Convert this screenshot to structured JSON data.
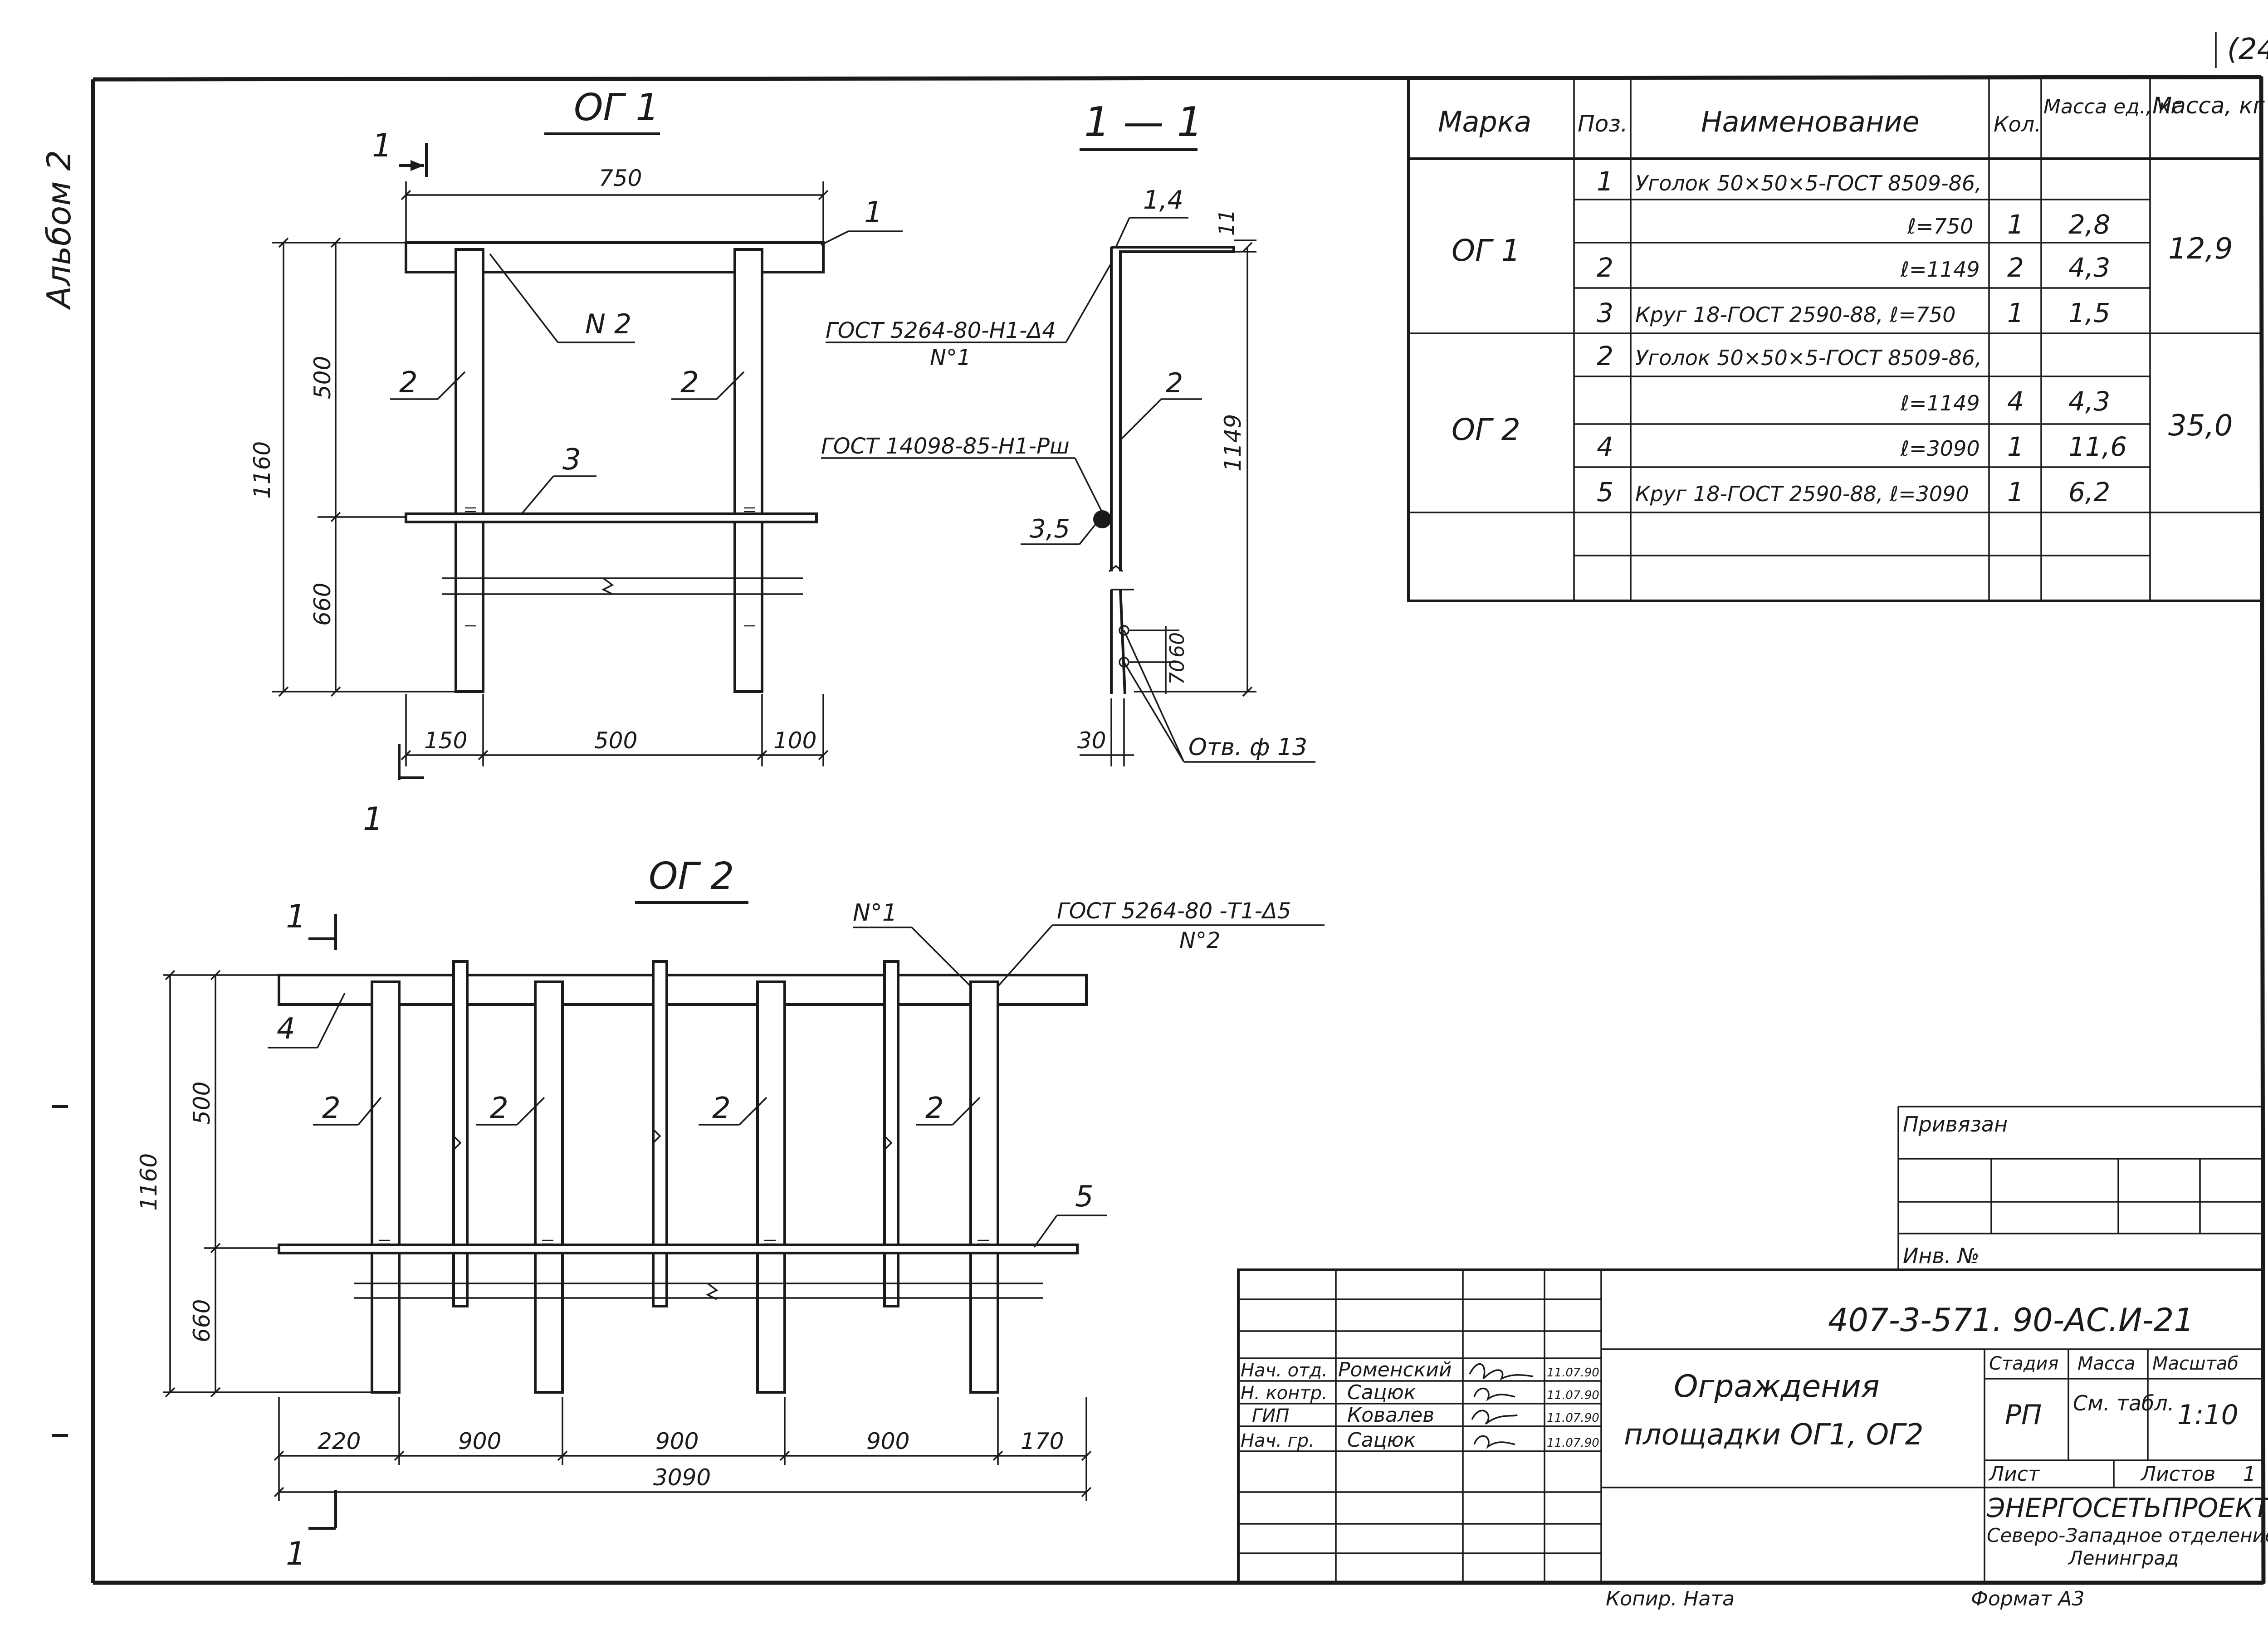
{
  "sheet": {
    "corner_mark": "(24",
    "album_label": "Альбом 2",
    "copied_label": "Копир. Ната",
    "format_label": "Формат А3"
  },
  "views": {
    "og1": {
      "title": "ОГ 1",
      "section_mark": "1",
      "dims": {
        "top_width": "750",
        "upper": "500",
        "lower": "660",
        "height": "1160",
        "left_offset": "150",
        "span": "500",
        "right_offset": "100"
      },
      "labels": {
        "bar_top": "1",
        "weld_n2": "N 2",
        "post_left": "2",
        "post_right": "2",
        "bar_mid": "3"
      }
    },
    "section": {
      "title": "1 — 1",
      "top_label": "1,4",
      "top_dim": "11",
      "weld_note_1": "ГОСТ 5264-80-Н1-Δ4",
      "weld_note_1_sub": "N°1",
      "weld_note_2": "ГОСТ 14098-85-Н1-Рш",
      "post_label": "2",
      "round_label": "3,5",
      "length": "1149",
      "hole_dim_1": "60",
      "hole_dim_2": "70",
      "edge_dim": "30",
      "hole_label": "Отв. ф 13"
    },
    "og2": {
      "title": "ОГ 2",
      "section_mark": "1",
      "weld_n1": "N°1",
      "weld_note": "ГОСТ 5264-80 -Т1-Δ5",
      "weld_note_sub": "N°2",
      "dims": {
        "upper": "500",
        "lower": "660",
        "height": "1160",
        "left_offset": "220",
        "span1": "900",
        "span2": "900",
        "span3": "900",
        "right_offset": "170",
        "total": "3090"
      },
      "labels": {
        "bar_top": "4",
        "bar_mid": "5",
        "post": "2"
      }
    }
  },
  "spec_table": {
    "headers": [
      "Марка",
      "Поз.",
      "Наименование",
      "Кол.",
      "Масса ед., кг",
      "Масса, кг"
    ],
    "rows": [
      {
        "mark": "ОГ 1",
        "pos": "1",
        "name": "Уголок 50×50×5-ГОСТ 8509-86,",
        "qty": "",
        "unit_mass": "",
        "mass": "12,9"
      },
      {
        "mark": "",
        "pos": "",
        "name": "ℓ=750",
        "qty": "1",
        "unit_mass": "2,8",
        "mass": ""
      },
      {
        "mark": "",
        "pos": "2",
        "name": "ℓ=1149",
        "qty": "2",
        "unit_mass": "4,3",
        "mass": ""
      },
      {
        "mark": "",
        "pos": "3",
        "name": "Круг 18-ГОСТ 2590-88, ℓ=750",
        "qty": "1",
        "unit_mass": "1,5",
        "mass": ""
      },
      {
        "mark": "ОГ 2",
        "pos": "2",
        "name": "Уголок 50×50×5-ГОСТ 8509-86,",
        "qty": "",
        "unit_mass": "",
        "mass": "35,0"
      },
      {
        "mark": "",
        "pos": "",
        "name": "ℓ=1149",
        "qty": "4",
        "unit_mass": "4,3",
        "mass": ""
      },
      {
        "mark": "",
        "pos": "4",
        "name": "ℓ=3090",
        "qty": "1",
        "unit_mass": "11,6",
        "mass": ""
      },
      {
        "mark": "",
        "pos": "5",
        "name": "Круг 18-ГОСТ 2590-88, ℓ=3090",
        "qty": "1",
        "unit_mass": "6,2",
        "mass": ""
      },
      {
        "mark": "",
        "pos": "",
        "name": "",
        "qty": "",
        "unit_mass": "",
        "mass": ""
      },
      {
        "mark": "",
        "pos": "",
        "name": "",
        "qty": "",
        "unit_mass": "",
        "mass": ""
      }
    ]
  },
  "binding_block": {
    "bound_label": "Привязан",
    "inv_label": "Инв. №"
  },
  "title_block": {
    "doc_code": "407-3-571. 90-АС.И-21",
    "title_line1": "Ограждения",
    "title_line2": "площадки   ОГ1, ОГ2",
    "stage_header": "Стадия",
    "mass_header": "Масса",
    "scale_header": "Масштаб",
    "stage": "РП",
    "mass_value": "См. табл.",
    "scale": "1:10",
    "sheet_label": "Лист",
    "sheets_label": "Листов",
    "sheets_count": "1",
    "org_name": "ЭНЕРГОСЕТЬПРОЕКТ",
    "org_branch": "Северо-Западное отделение",
    "org_city": "Ленинград",
    "signers": [
      {
        "role": "Нач. отд.",
        "name": "Роменский",
        "date": "11.07.90"
      },
      {
        "role": "Н. контр.",
        "name": "Сацюк",
        "date": "11.07.90"
      },
      {
        "role": "ГИП",
        "name": "Ковалев",
        "date": "11.07.90"
      },
      {
        "role": "Нач. гр.",
        "name": "Сацюк",
        "date": "11.07.90"
      }
    ]
  }
}
